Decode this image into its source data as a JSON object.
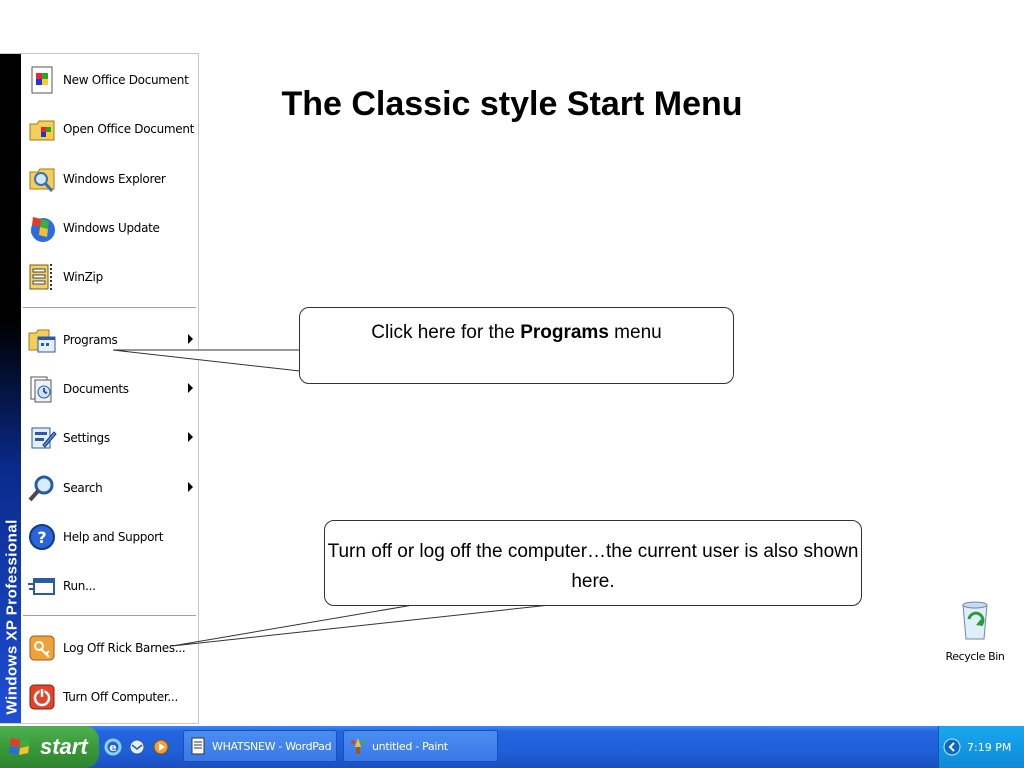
{
  "slide": {
    "title": "The Classic style Start Menu",
    "callout_programs": {
      "pre": "Click here for the ",
      "bold": "Programs",
      "post": " menu"
    },
    "callout_logoff": "Turn off or log off the computer…the current user is also shown here."
  },
  "start_menu": {
    "band_text": "Windows XP Professional",
    "top_items": [
      {
        "label": "New Office Document",
        "icon": "new-office-document-icon"
      },
      {
        "label": "Open Office Document",
        "icon": "open-office-document-icon"
      },
      {
        "label": "Windows Explorer",
        "icon": "windows-explorer-icon"
      },
      {
        "label": "Windows Update",
        "icon": "windows-update-icon"
      },
      {
        "label": "WinZip",
        "icon": "winzip-icon"
      }
    ],
    "main_items": [
      {
        "label": "Programs",
        "icon": "programs-icon",
        "submenu": true
      },
      {
        "label": "Documents",
        "icon": "documents-icon",
        "submenu": true
      },
      {
        "label": "Settings",
        "icon": "settings-icon",
        "submenu": true
      },
      {
        "label": "Search",
        "icon": "search-icon",
        "submenu": true
      },
      {
        "label": "Help and Support",
        "icon": "help-icon",
        "submenu": false
      },
      {
        "label": "Run...",
        "icon": "run-icon",
        "submenu": false
      }
    ],
    "bottom_items": [
      {
        "label": "Log Off Rick Barnes...",
        "icon": "log-off-icon"
      },
      {
        "label": "Turn Off Computer...",
        "icon": "power-icon"
      }
    ]
  },
  "desktop": {
    "recycle_bin_label": "Recycle Bin"
  },
  "taskbar": {
    "start_label": "start",
    "tasks": [
      {
        "label": "WHATSNEW - WordPad",
        "icon": "wordpad-icon"
      },
      {
        "label": "untitled - Paint",
        "icon": "paint-icon"
      }
    ],
    "clock": "7:19 PM"
  },
  "colors": {
    "taskbar_blue": "#1f5fd8",
    "start_green": "#3a9a3a",
    "tray_blue": "#0f8ad8"
  }
}
